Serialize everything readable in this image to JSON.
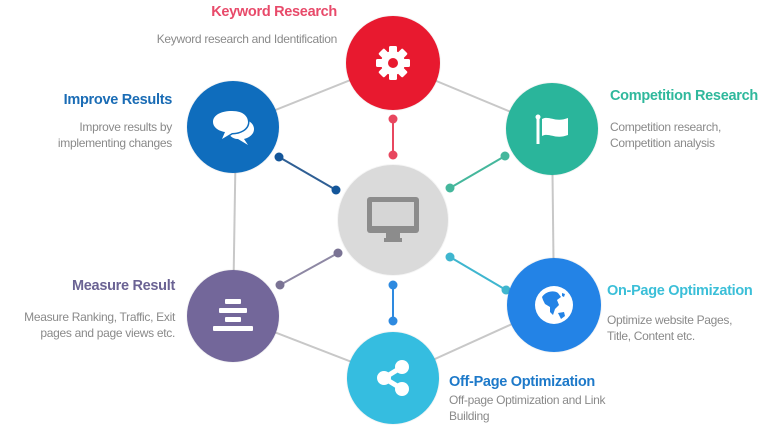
{
  "diagram": {
    "center": {
      "icon": "monitor-icon",
      "color": "#d9d9d9",
      "icon_color": "#8c8c8c"
    },
    "nodes": [
      {
        "id": "keyword-research",
        "title": "Keyword Research",
        "description": "Keyword research and Identification",
        "icon": "gear-icon",
        "color": "#e8192f",
        "title_color": "#e84a6a"
      },
      {
        "id": "competition-research",
        "title": "Competition Research",
        "description_lines": [
          "Competition research,",
          "Competition analysis"
        ],
        "icon": "flag-icon",
        "color": "#2ab59b",
        "title_color": "#2fb89c"
      },
      {
        "id": "on-page-optimization",
        "title": "On-Page Optimization",
        "description_lines": [
          "Optimize website Pages,",
          "Title, Content etc."
        ],
        "icon": "globe-icon",
        "color": "#2383e6",
        "title_color": "#3bbfd8"
      },
      {
        "id": "off-page-optimization",
        "title": "Off-Page Optimization",
        "description_lines": [
          "Off-page Optimization and Link",
          "Building"
        ],
        "icon": "share-icon",
        "color": "#35bde0",
        "title_color": "#1d79c9"
      },
      {
        "id": "measure-result",
        "title": "Measure Result",
        "description_lines": [
          "Measure Ranking, Traffic, Exit",
          "pages and page views etc."
        ],
        "icon": "stack-bars-icon",
        "color": "#73679a",
        "title_color": "#6b6394"
      },
      {
        "id": "improve-results",
        "title": "Improve Results",
        "description_lines": [
          "Improve results  by",
          "implementing changes"
        ],
        "icon": "chat-bubbles-icon",
        "color": "#0f6dbd",
        "title_color": "#1a6cb5"
      }
    ],
    "line_color": "#c8c8c8"
  }
}
